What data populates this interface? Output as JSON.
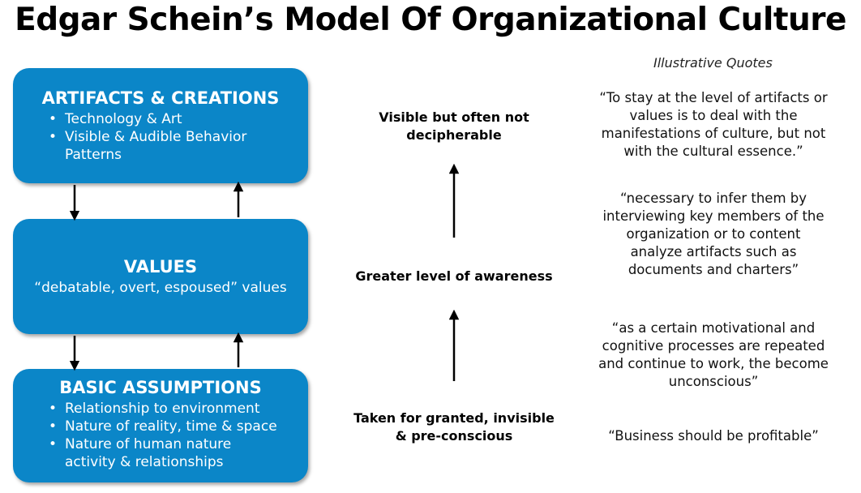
{
  "title": "Edgar Schein’s Model Of Organizational Culture",
  "boxes": {
    "artifacts": {
      "heading": "ARTIFACTS & CREATIONS",
      "items": [
        "Technology & Art",
        "Visible & Audible Behavior Patterns"
      ]
    },
    "values": {
      "heading": "VALUES",
      "subtitle": "“debatable, overt, espoused” values"
    },
    "assumptions": {
      "heading": "BASIC ASSUMPTIONS",
      "items": [
        "Relationship to environment",
        "Nature of reality, time & space",
        "Nature of human nature activity & relationships"
      ]
    }
  },
  "middle": {
    "top": "Visible but often not decipherable",
    "center": "Greater level of awareness",
    "bottom": "Taken for granted, invisible & pre-conscious"
  },
  "quotes": {
    "header": "Illustrative Quotes",
    "items": [
      "“To stay at the level of artifacts or values is to deal with the manifestations of culture, but not with the cultural essence.”",
      "“necessary to infer them by interviewing key members of the organization or to content analyze artifacts such as documents and charters”",
      "“as a certain motivational and cognitive processes are repeated and continue to work, the become unconscious”",
      "“Business should be profitable”"
    ]
  },
  "colors": {
    "box_fill": "#0b86c8",
    "box_text": "#ffffff",
    "arrow": "#000000"
  }
}
